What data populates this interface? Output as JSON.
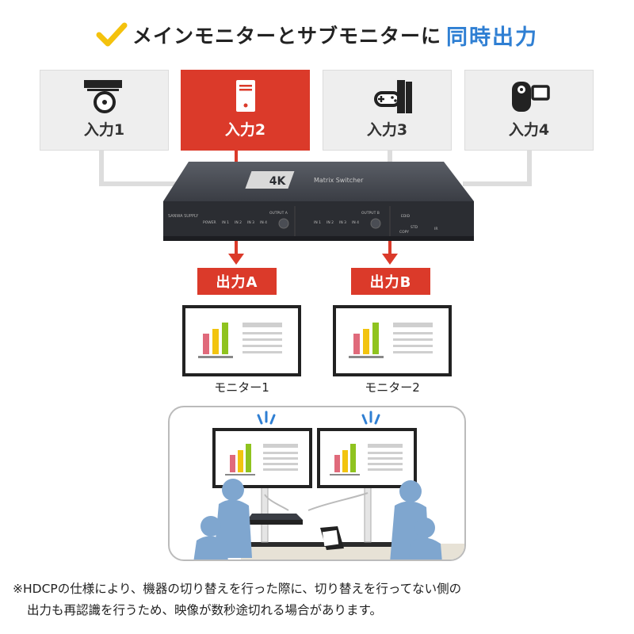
{
  "headline": {
    "text": "メインモニターとサブモニターに",
    "accent": "同時出力"
  },
  "inputs": [
    {
      "label": "入力1",
      "icon": "dvd-player-icon",
      "selected": false
    },
    {
      "label": "入力2",
      "icon": "pc-tower-icon",
      "selected": true
    },
    {
      "label": "入力3",
      "icon": "game-console-icon",
      "selected": false
    },
    {
      "label": "入力4",
      "icon": "video-camera-icon",
      "selected": false
    }
  ],
  "device": {
    "badge": "4K",
    "model": "Matrix Switcher",
    "brand": "SANWA SUPPLY",
    "panel_labels": [
      "POWER",
      "IN 1",
      "IN 2",
      "IN 3",
      "IN 4",
      "OUTPUT A",
      "IN 1",
      "IN 2",
      "IN 3",
      "IN 4",
      "OUTPUT B",
      "EDID",
      "STD",
      "COPY",
      "IR"
    ]
  },
  "outputs": [
    {
      "label": "出力A"
    },
    {
      "label": "出力B"
    }
  ],
  "monitors": [
    {
      "label": "モニター1"
    },
    {
      "label": "モニター2"
    }
  ],
  "note": {
    "line1": "※HDCPの仕様により、機器の切り替えを行った際に、切り替えを行ってない側の",
    "line2": "出力も再認識を行うため、映像が数秒途切れる場合があります。"
  },
  "colors": {
    "accent_red": "#db3a2a",
    "accent_blue": "#2f7fd3",
    "check_yellow": "#f4c20d",
    "person_blue": "#7fa6cf",
    "bar_red": "#e06a7b",
    "bar_yellow": "#f2c40f",
    "bar_green": "#8fc31f"
  }
}
